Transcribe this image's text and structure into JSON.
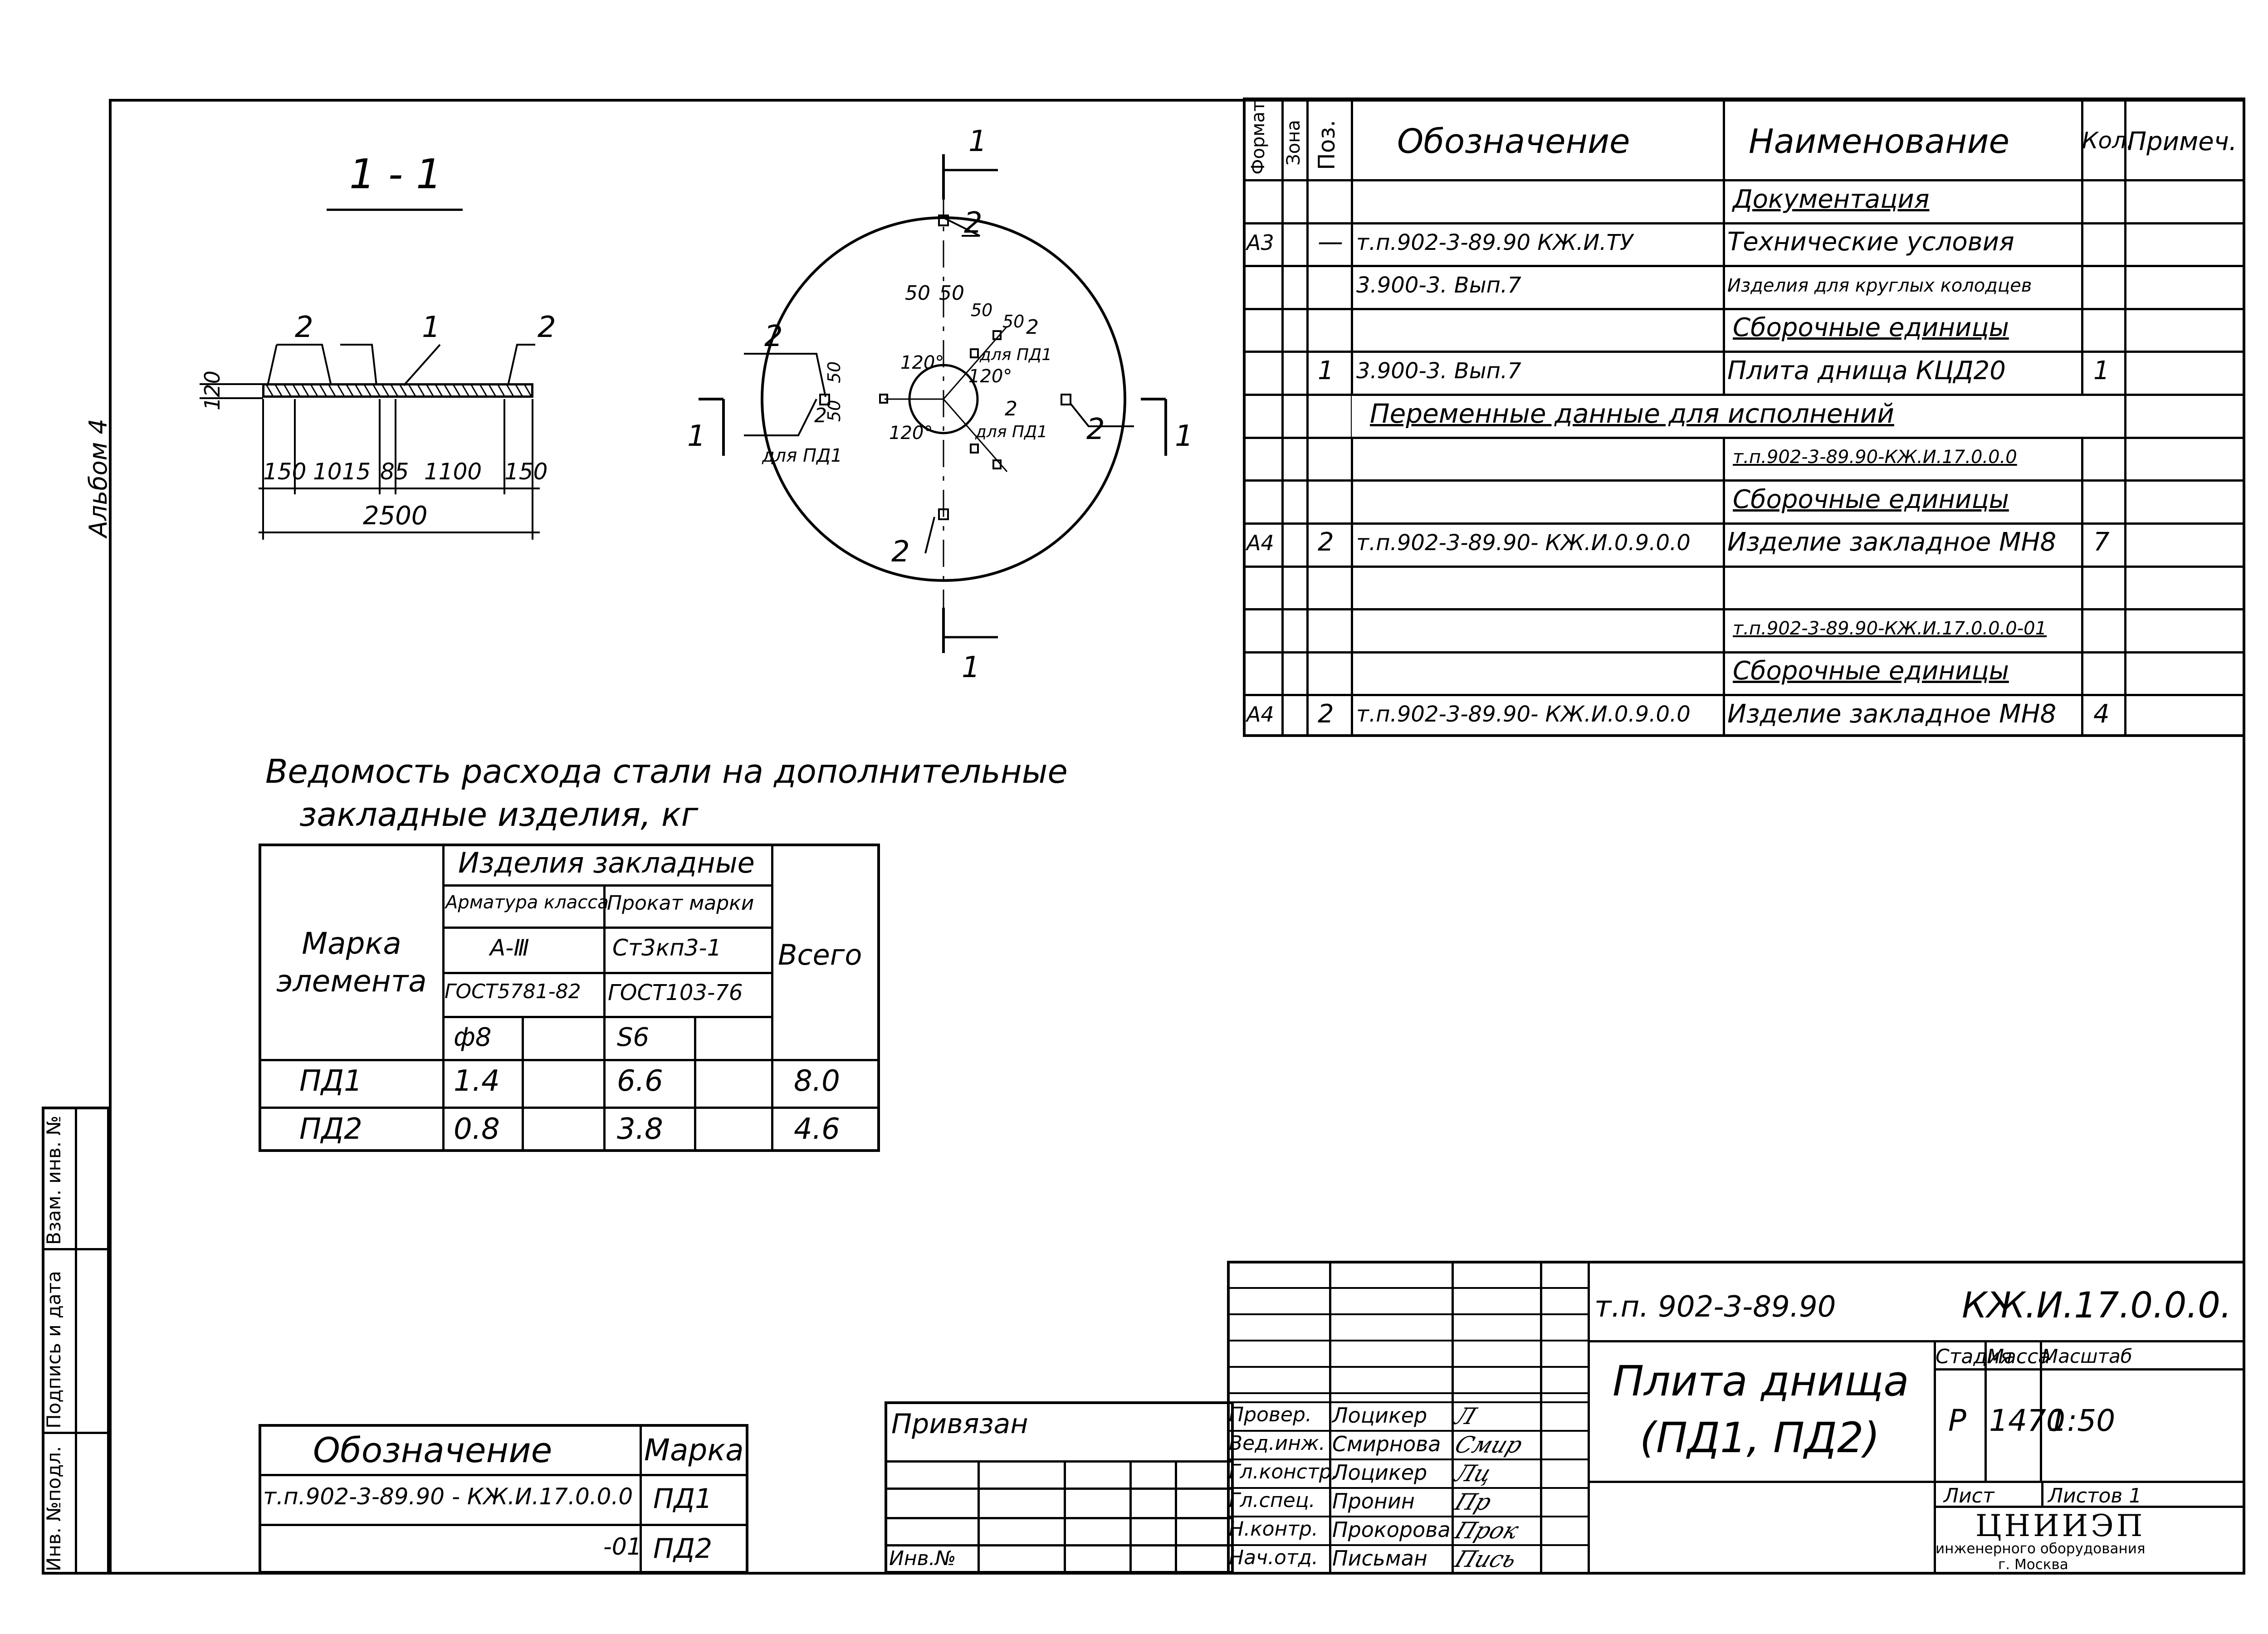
{
  "album_label": "Альбом 4",
  "left_strip": {
    "inv_podl": "Инв. №подл.",
    "podpis_data": "Подпись и дата",
    "vzam_inv": "Взам. инв. №"
  },
  "section": {
    "title": "1 - 1",
    "pos_left": "2",
    "pos_mid": "1",
    "pos_right": "2",
    "height_dim": "120",
    "dims": [
      "150",
      "1015",
      "85",
      "1100",
      "150"
    ],
    "total": "2500"
  },
  "plan": {
    "cut_top": "1",
    "cut_bottom": "1",
    "cut_left": "1",
    "cut_right": "1",
    "pos_top": "2",
    "pos_left": "2",
    "pos_right": "2",
    "pos_bottom": "2",
    "dim_50a": "50",
    "dim_50b": "50",
    "dim_50c": "50",
    "dim_50d": "50",
    "dim_50e": "50",
    "dim_50f": "50",
    "angle1": "120°",
    "angle2": "120°",
    "angle3": "120°",
    "pos_2_upper": "2",
    "pos_2_center": "2",
    "pos_2_left_small": "2",
    "label_pd1_upper": "для ПД1",
    "label_pd1_lower": "для ПД1",
    "label_pd1_left": "для ПД1"
  },
  "spec_table": {
    "headers": {
      "format": "Формат",
      "zone": "Зона",
      "pos": "Поз.",
      "designation": "Обозначение",
      "name": "Наименование",
      "qty": "Кол.",
      "note": "Примеч."
    },
    "rows": [
      {
        "format": "",
        "pos": "",
        "designation": "",
        "name": "Документация",
        "qty": "",
        "underline": true
      },
      {
        "format": "А3",
        "pos": "—",
        "designation": "т.п.902-3-89.90      КЖ.И.ТУ",
        "name": "Технические условия",
        "qty": ""
      },
      {
        "format": "",
        "pos": "",
        "designation": "3.900-3. Вып.7",
        "name": "Изделия для круглых колодцев",
        "qty": ""
      },
      {
        "format": "",
        "pos": "",
        "designation": "",
        "name": "Сборочные единицы",
        "qty": "",
        "underline": true
      },
      {
        "format": "",
        "pos": "1",
        "designation": "3.900-3. Вып.7",
        "name": "Плита днища КЦД20",
        "qty": "1"
      },
      {
        "span": true,
        "text": "Переменные данные для исполнений",
        "underline": true
      },
      {
        "format": "",
        "pos": "",
        "designation": "",
        "name": "т.п.902-3-89.90-КЖ.И.17.0.0.0",
        "qty": "",
        "underline": true
      },
      {
        "format": "",
        "pos": "",
        "designation": "",
        "name": "Сборочные единицы",
        "qty": "",
        "underline": true
      },
      {
        "format": "А4",
        "pos": "2",
        "designation": "т.п.902-3-89.90- КЖ.И.0.9.0.0",
        "name": "Изделие закладное МН8",
        "qty": "7"
      },
      {
        "format": "",
        "pos": "",
        "designation": "",
        "name": "",
        "qty": ""
      },
      {
        "format": "",
        "pos": "",
        "designation": "",
        "name": "т.п.902-3-89.90-КЖ.И.17.0.0.0-01",
        "qty": "",
        "underline": true
      },
      {
        "format": "",
        "pos": "",
        "designation": "",
        "name": "Сборочные единицы",
        "qty": "",
        "underline": true
      },
      {
        "format": "А4",
        "pos": "2",
        "designation": "т.п.902-3-89.90- КЖ.И.0.9.0.0",
        "name": "Изделие закладное МН8",
        "qty": "4"
      }
    ]
  },
  "steel": {
    "title_line1": "Ведомость расхода стали на дополнительные",
    "title_line2": "закладные изделия, кг",
    "mark_header": "Марка элемента",
    "group_header": "Изделия закладные",
    "armatura": "Арматура класса",
    "prokat": "Прокат марки",
    "aiii": "А-Ⅲ",
    "st3": "Ст3кп3-1",
    "gost1": "ГОСТ5781-82",
    "gost2": "ГОСТ103-76",
    "phi8": "ф8",
    "s6": "S6",
    "total_header": "Всего",
    "rows": [
      {
        "mark": "ПД1",
        "a": "1.4",
        "b": "6.6",
        "total": "8.0"
      },
      {
        "mark": "ПД2",
        "a": "0.8",
        "b": "3.8",
        "total": "4.6"
      }
    ]
  },
  "designation_table": {
    "h1": "Обозначение",
    "h2": "Марка",
    "r1_des": "т.п.902-3-89.90 - КЖ.И.17.0.0.0",
    "r1_mark": "ПД1",
    "r2_des": "-01",
    "r2_mark": "ПД2"
  },
  "privyazan": {
    "title": "Привязан",
    "inv": "Инв.№"
  },
  "stamp": {
    "code_left": "т.п. 902-3-89.90",
    "code_right": "КЖ.И.17.0.0.0.",
    "title1": "Плита днища",
    "title2": "(ПД1, ПД2)",
    "stadia_h": "Стадия",
    "massa_h": "Масса",
    "masshtab_h": "Масштаб",
    "stadia": "Р",
    "massa": "1470",
    "masshtab": "1:50",
    "list": "Лист",
    "listov": "Листов 1",
    "org1": "ЦНИИЭП",
    "org2": "инженерного оборудования",
    "org3": "г. Москва",
    "roles": [
      {
        "role": "Провер.",
        "name": "Лоцикер",
        "sig": "Л"
      },
      {
        "role": "Вед.инж.",
        "name": "Смирнова",
        "sig": "Смир"
      },
      {
        "role": "Гл.констр.",
        "name": "Лоцикер",
        "sig": "Лц"
      },
      {
        "role": "Гл.спец.",
        "name": "Пронин",
        "sig": "Пр"
      },
      {
        "role": "Н.контр.",
        "name": "Прокорова",
        "sig": "Прок"
      },
      {
        "role": "Нач.отд.",
        "name": "Письман",
        "sig": "Пись"
      }
    ]
  }
}
